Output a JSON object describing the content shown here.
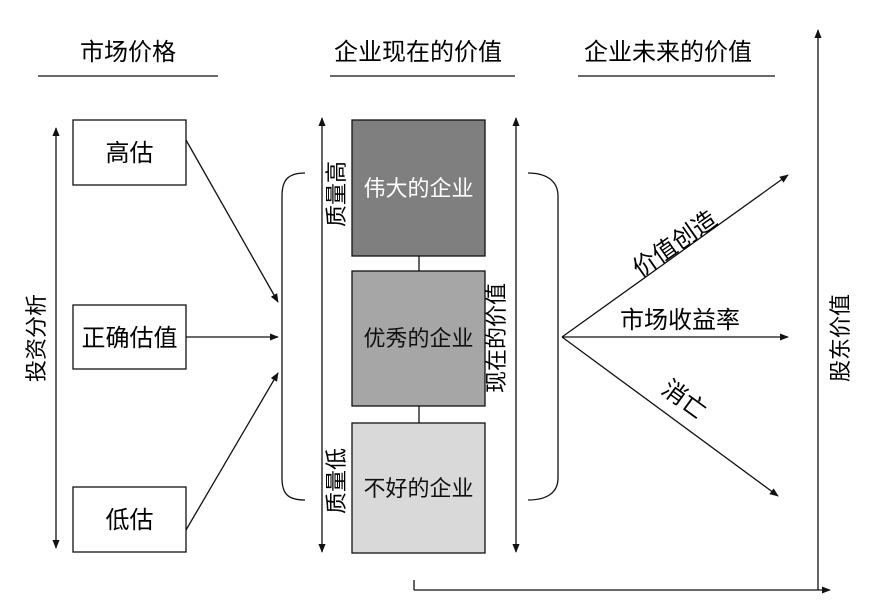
{
  "headers": {
    "market_price": "市场价格",
    "current_value": "企业现在的价值",
    "future_value": "企业未来的价值"
  },
  "valuation": {
    "high": "高估",
    "correct": "正确估值",
    "low": "低估"
  },
  "companies": {
    "great": "伟大的企业",
    "excellent": "优秀的企业",
    "bad": "不好的企业"
  },
  "axis_labels": {
    "investment_analysis": "投资分析",
    "quality_high": "质量高",
    "quality_low": "质量低",
    "current_value": "现在的价值",
    "shareholder_value": "股东价值"
  },
  "outcomes": {
    "value_creation": "价值创造",
    "market_return": "市场收益率",
    "extinction": "消亡"
  },
  "colors": {
    "great_fill": "#7f7f7f",
    "excellent_fill": "#a6a6a6",
    "bad_fill": "#d9d9d9",
    "line": "#111111"
  }
}
